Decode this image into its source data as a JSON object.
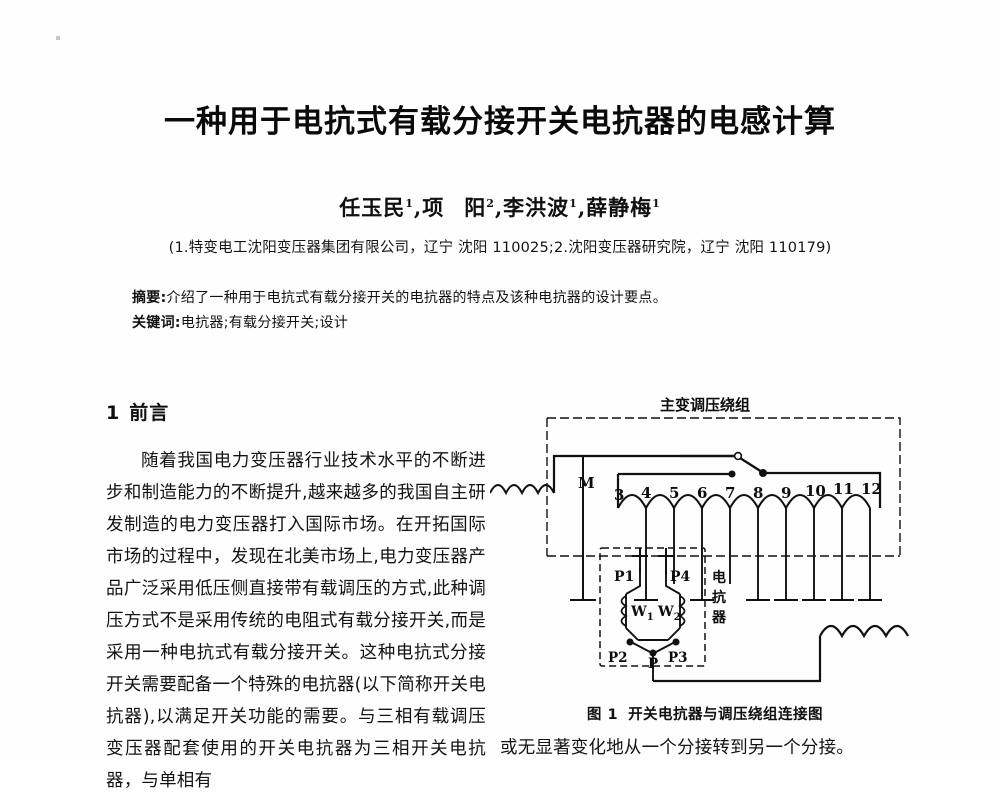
{
  "document": {
    "title": "一种用于电抗式有载分接开关电抗器的电感计算",
    "authors": {
      "a1_name": "任玉民",
      "a1_sup": "1",
      "sep1": ",",
      "a2_name": "项",
      "a2_name2": "阳",
      "a2_sup": "2",
      "sep2": ",",
      "a3_name": "李洪波",
      "a3_sup": "1",
      "sep3": ",",
      "a4_name": "薛静梅",
      "a4_sup": "1"
    },
    "affiliation": "(1.特变电工沈阳变压器集团有限公司，辽宁 沈阳 110025;2.沈阳变压器研究院，辽宁 沈阳 110179)",
    "abstract": {
      "label": "摘要:",
      "text": "介绍了一种用于电抗式有载分接开关的电抗器的特点及该种电抗器的设计要点。"
    },
    "keywords": {
      "label": "关键词:",
      "text": "电抗器;有载分接开关;设计"
    }
  },
  "sections": {
    "s1": {
      "number": "1",
      "heading": "前言",
      "paragraph": "随着我国电力变压器行业技术水平的不断进步和制造能力的不断提升,越来越多的我国自主研发制造的电力变压器打入国际市场。在开拓国际市场的过程中，发现在北美市场上,电力变压器产品广泛采用低压侧直接带有载调压的方式,此种调压方式不是采用传统的电阻式有载分接开关,而是采用一种电抗式有载分接开关。这种电抗式分接开关需要配备一个特殊的电抗器(以下简称开关电抗器),以满足开关功能的需要。与三相有载调压变压器配套使用的开关电抗器为三相开关电抗器，与单相有"
    }
  },
  "figure": {
    "caption_number": "图 1",
    "caption_text": "开关电抗器与调压绕组连接图",
    "winding_label": "主变调压绕组",
    "reactor_label": "电抗器",
    "tap_m": "M",
    "taps": [
      "3",
      "4",
      "5",
      "6",
      "7",
      "8",
      "9",
      "10",
      "11",
      "12"
    ],
    "terminals": {
      "p1": "P1",
      "p4": "P4",
      "p2": "P2",
      "p3": "P3",
      "p": "P"
    },
    "coils": {
      "w1": "W",
      "w1_sub": "1",
      "w2": "W",
      "w2_sub": "2"
    }
  },
  "right_column": {
    "tail_line": "或无显著变化地从一个分接转到另一个分接。"
  },
  "colors": {
    "ink": "#111111",
    "paper": "#fefefe",
    "speck": "#c8c8c8"
  }
}
